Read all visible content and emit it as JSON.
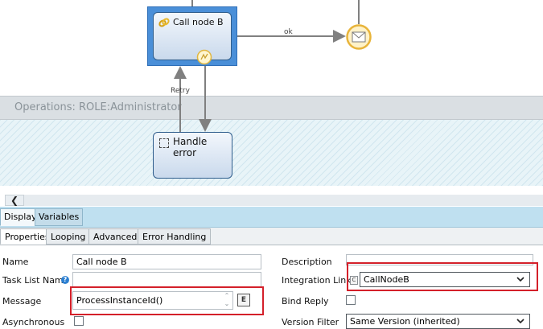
{
  "canvas": {
    "call_node": {
      "title": "Call node B"
    },
    "flows": {
      "ok_label": "ok",
      "retry_label": "Retry"
    },
    "lane": {
      "title": "Operations: ROLE:Administrator"
    },
    "handle_node": {
      "title": "Handle error"
    }
  },
  "scroll": {
    "left_glyph": "❮"
  },
  "tabs": {
    "top": [
      {
        "label": "Display",
        "active": true
      },
      {
        "label": "Variables",
        "active": false
      }
    ],
    "sub": [
      {
        "label": "Properties",
        "active": true
      },
      {
        "label": "Looping",
        "active": false
      },
      {
        "label": "Advanced",
        "active": false
      },
      {
        "label": "Error Handling",
        "active": false
      }
    ]
  },
  "form": {
    "name": {
      "label": "Name",
      "value": "Call node B"
    },
    "task_list_name": {
      "label": "Task List Name",
      "value": "",
      "help": "?"
    },
    "message": {
      "label": "Message",
      "value": "ProcessInstanceId()",
      "expr_glyph": "E"
    },
    "asynchronous": {
      "label": "Asynchronous",
      "checked": false
    },
    "description": {
      "label": "Description",
      "value": ""
    },
    "integration_link": {
      "label": "Integration Link",
      "value": "CallNodeB",
      "icon_glyph": "C"
    },
    "bind_reply": {
      "label": "Bind Reply",
      "checked": false
    },
    "version_filter": {
      "label": "Version Filter",
      "value": "Same Version (inherited)"
    }
  },
  "colors": {
    "selection_blue": "#4a8fd8",
    "highlight_red": "#d4202a",
    "tab_bar": "#bfe0f0"
  }
}
